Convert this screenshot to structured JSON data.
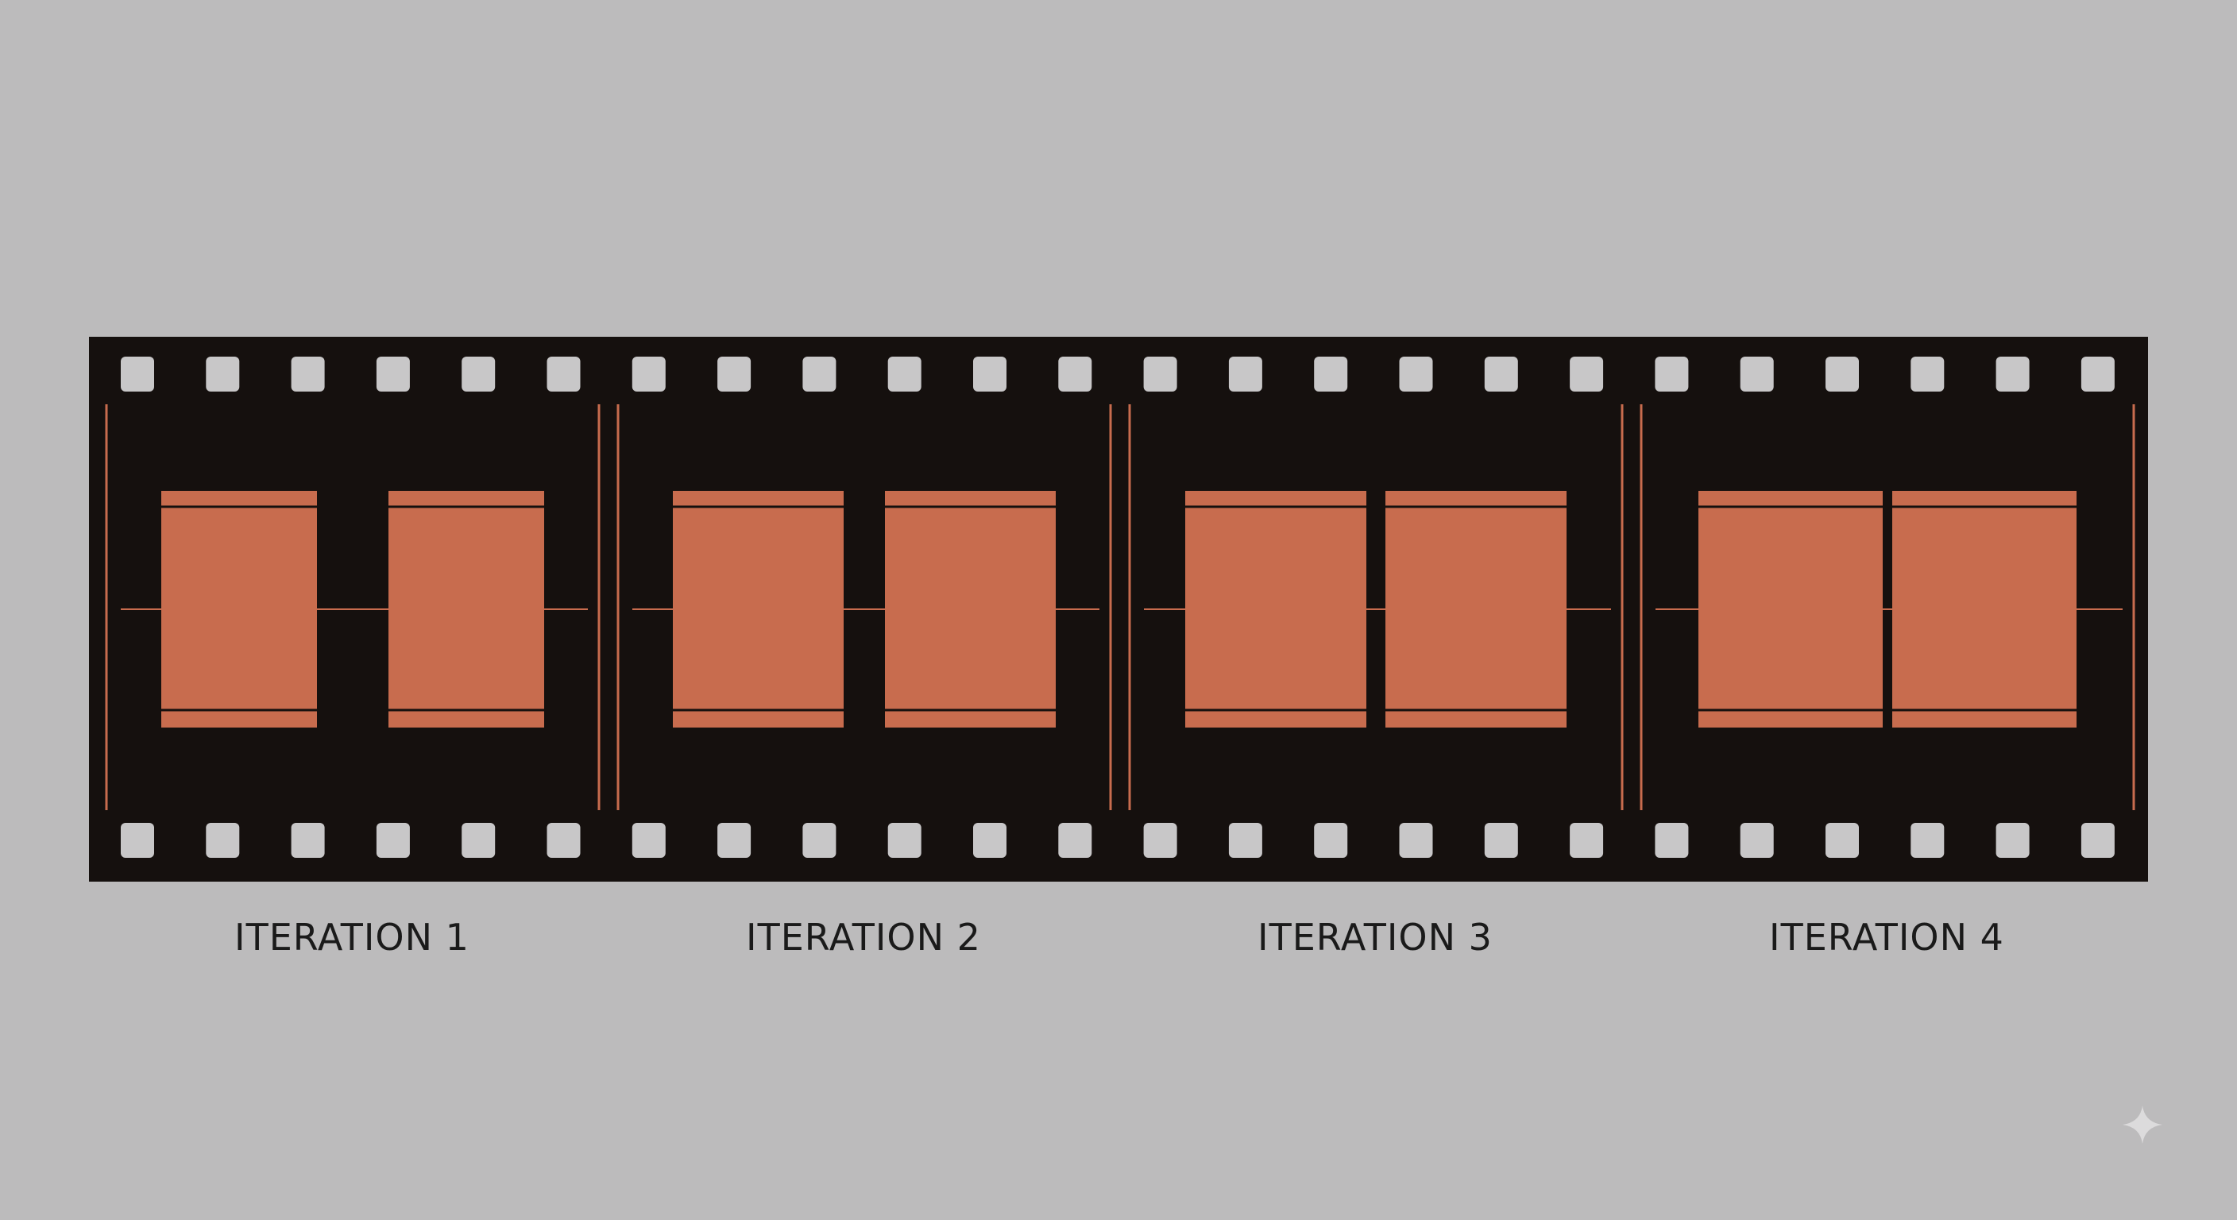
{
  "colors": {
    "background": "#bcbbbc",
    "film": "#15100e",
    "frame": "#c86c4e",
    "frame_band": "#a04f36",
    "line": "#c86c4e",
    "hole": "#c8c7c8",
    "caption": "#1a1a1a"
  },
  "iterations": [
    {
      "label": "ITERATION 1",
      "frames": 2
    },
    {
      "label": "ITERATION 2",
      "frames": 2
    },
    {
      "label": "ITERATION 3",
      "frames": 2
    },
    {
      "label": "ITERATION 4",
      "frames": 2
    }
  ],
  "sprocket_holes_per_row": 24,
  "icons": {
    "corner": "sparkle-icon"
  }
}
